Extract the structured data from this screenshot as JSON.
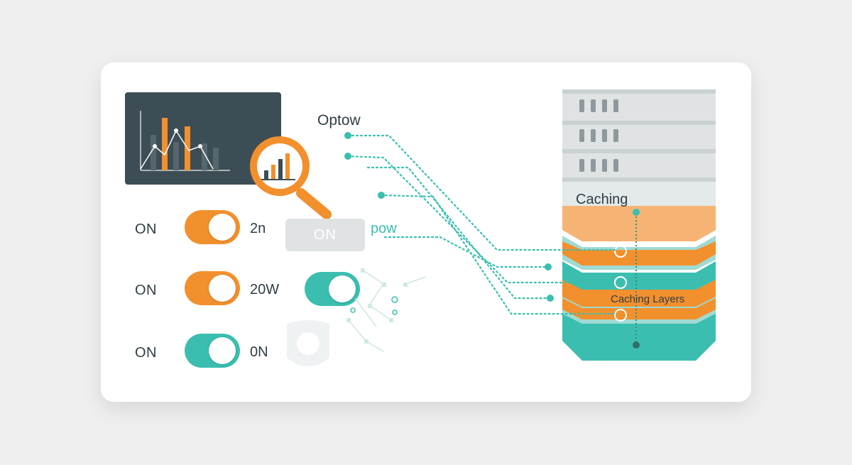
{
  "diagram": {
    "labels": {
      "optow": "Optow",
      "pow": "pow",
      "caching": "Caching",
      "caching_layers": "Caching Layers",
      "on_button": "ON"
    },
    "toggles": [
      {
        "label": "ON",
        "value": "2n",
        "state": "on",
        "color": "orange"
      },
      {
        "label": "ON",
        "value": "20W",
        "state": "on",
        "color": "orange"
      },
      {
        "label": "ON",
        "value": "0N",
        "state": "on",
        "color": "teal"
      }
    ],
    "extra_toggle": {
      "state": "on",
      "color": "teal"
    },
    "icons": [
      "bar-line-chart-icon",
      "magnifier-bar-chart-icon",
      "server-stack-icon",
      "network-nodes-icon",
      "faded-badge-icon"
    ],
    "colors": {
      "orange": "#f2902e",
      "light_orange": "#f6b474",
      "teal": "#3bbeb0",
      "light_teal": "#9fdad3",
      "dark_panel": "#3d4d55",
      "server_gray": "#dfe3e4",
      "text": "#2f3d44"
    }
  }
}
